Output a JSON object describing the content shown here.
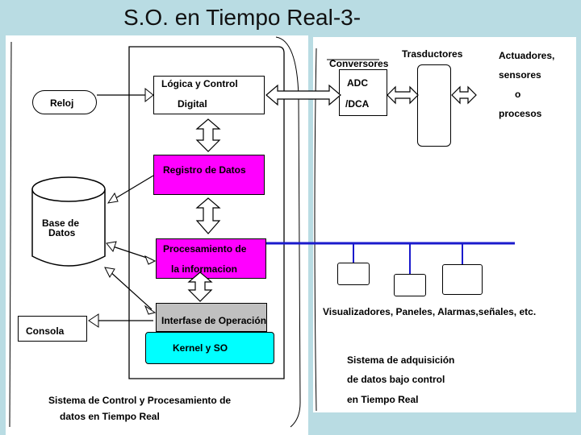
{
  "title": "S.O. en Tiempo Real-3-",
  "left": {
    "reloj": "Reloj",
    "base_datos": [
      "Base de",
      "Datos"
    ],
    "consola": "Consola",
    "logica": [
      "Lógica y Control",
      "Digital"
    ],
    "registro": "Registro de Datos",
    "procesamiento": [
      "Procesamiento de",
      "la informacion"
    ],
    "interfase": "Interfase de Operación",
    "kernel": "Kernel y SO",
    "caption": [
      "Sistema de Control y Procesamiento de",
      "datos en Tiempo Real"
    ]
  },
  "right": {
    "conversores": "Conversores",
    "adc": "ADC",
    "dca": "/DCA",
    "transductores": "Trasductores",
    "actuadores": [
      "Actuadores,",
      "sensores",
      "o",
      "procesos"
    ],
    "visualizadores": "Visualizadores, Paneles, Alarmas,señales, etc.",
    "caption": [
      "Sistema de adquisición",
      "de datos bajo control",
      "en Tiempo Real"
    ]
  },
  "colors": {
    "magenta": "#ff00ff",
    "cyan": "#00ffff",
    "gray": "#c0c0c0",
    "bus": "#1a1acc",
    "background": "#b9dce3"
  }
}
